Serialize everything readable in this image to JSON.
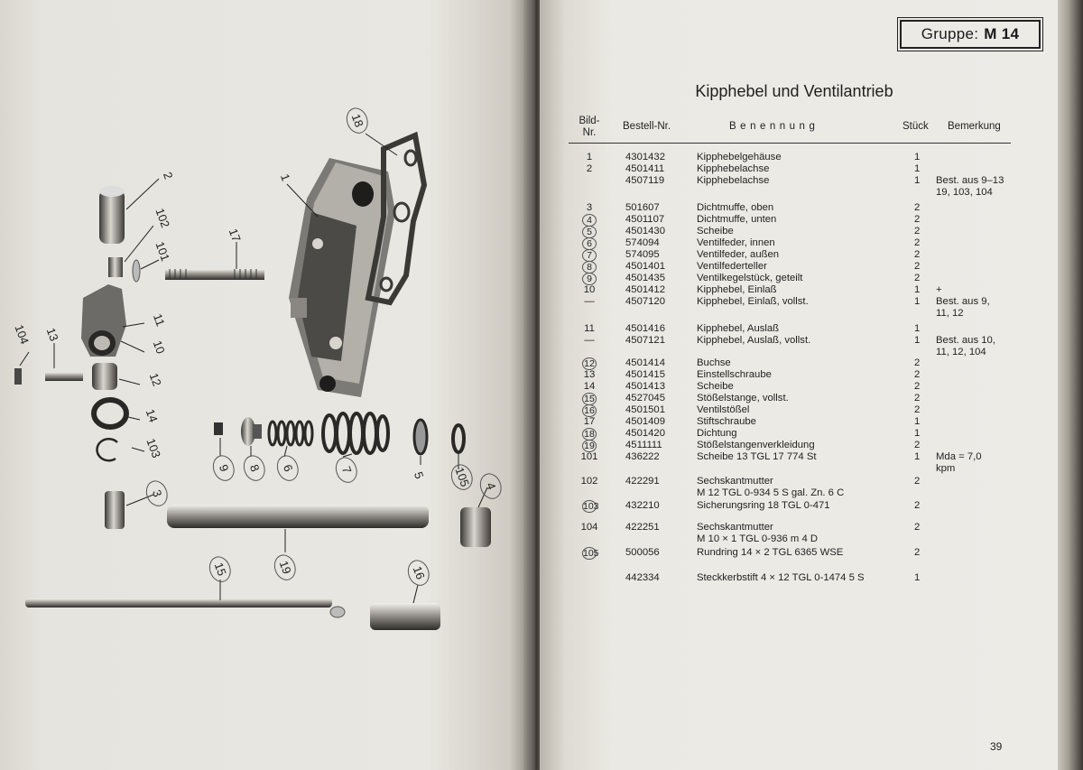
{
  "left_page": {
    "callouts": [
      "18",
      "1",
      "2",
      "102",
      "101",
      "17",
      "104",
      "13",
      "11",
      "10",
      "12",
      "14",
      "103",
      "9",
      "8",
      "6",
      "7",
      "5",
      "105",
      "4",
      "3",
      "19",
      "15",
      "16"
    ]
  },
  "right_page": {
    "group_label": "Gruppe:",
    "group_value": "M 14",
    "title": "Kipphebel und Ventilantrieb",
    "columns": {
      "bild": "Bild-",
      "bild2": "Nr.",
      "bestell": "Bestell-Nr.",
      "benennung": "Benennung",
      "stueck": "Stück",
      "bemerkung": "Bemerkung"
    },
    "rows": [
      {
        "bild": "1",
        "circled": false,
        "bestell": "4301432",
        "benennung": "Kipphebelgehäuse",
        "stueck": "1",
        "bemerkung": ""
      },
      {
        "bild": "2",
        "circled": false,
        "bestell": "4501411",
        "benennung": "Kipphebelachse",
        "stueck": "1",
        "bemerkung": ""
      },
      {
        "bild": "",
        "circled": false,
        "bestell": "4507119",
        "benennung": "Kipphebelachse",
        "stueck": "1",
        "bemerkung": "Best. aus 9–13"
      },
      {
        "bild": "",
        "circled": false,
        "bestell": "",
        "benennung": "",
        "stueck": "",
        "bemerkung": "19, 103, 104"
      },
      {
        "bild": "3",
        "circled": false,
        "bestell": "501607",
        "benennung": "Dichtmuffe, oben",
        "stueck": "2",
        "bemerkung": ""
      },
      {
        "bild": "4",
        "circled": true,
        "bestell": "4501107",
        "benennung": "Dichtmuffe, unten",
        "stueck": "2",
        "bemerkung": ""
      },
      {
        "bild": "5",
        "circled": true,
        "bestell": "4501430",
        "benennung": "Scheibe",
        "stueck": "2",
        "bemerkung": ""
      },
      {
        "bild": "6",
        "circled": true,
        "bestell": "574094",
        "benennung": "Ventilfeder, innen",
        "stueck": "2",
        "bemerkung": ""
      },
      {
        "bild": "7",
        "circled": true,
        "bestell": "574095",
        "benennung": "Ventilfeder, außen",
        "stueck": "2",
        "bemerkung": ""
      },
      {
        "bild": "8",
        "circled": true,
        "bestell": "4501401",
        "benennung": "Ventilfederteller",
        "stueck": "2",
        "bemerkung": ""
      },
      {
        "bild": "9",
        "circled": true,
        "bestell": "4501435",
        "benennung": "Ventilkegelstück, geteilt",
        "stueck": "2",
        "bemerkung": ""
      },
      {
        "bild": "10",
        "circled": false,
        "bestell": "4501412",
        "benennung": "Kipphebel, Einlaß",
        "stueck": "1",
        "bemerkung": "+"
      },
      {
        "bild": "—",
        "circled": false,
        "bestell": "4507120",
        "benennung": "Kipphebel, Einlaß, vollst.",
        "stueck": "1",
        "bemerkung": "Best. aus 9,"
      },
      {
        "bild": "",
        "circled": false,
        "bestell": "",
        "benennung": "",
        "stueck": "",
        "bemerkung": "11, 12"
      },
      {
        "bild": "11",
        "circled": false,
        "bestell": "4501416",
        "benennung": "Kipphebel, Auslaß",
        "stueck": "1",
        "bemerkung": ""
      },
      {
        "bild": "—",
        "circled": false,
        "bestell": "4507121",
        "benennung": "Kipphebel, Auslaß, vollst.",
        "stueck": "1",
        "bemerkung": "Best. aus 10,"
      },
      {
        "bild": "",
        "circled": false,
        "bestell": "",
        "benennung": "",
        "stueck": "",
        "bemerkung": "11, 12, 104"
      },
      {
        "bild": "12",
        "circled": true,
        "bestell": "4501414",
        "benennung": "Buchse",
        "stueck": "2",
        "bemerkung": ""
      },
      {
        "bild": "13",
        "circled": false,
        "bestell": "4501415",
        "benennung": "Einstellschraube",
        "stueck": "2",
        "bemerkung": ""
      },
      {
        "bild": "14",
        "circled": false,
        "bestell": "4501413",
        "benennung": "Scheibe",
        "stueck": "2",
        "bemerkung": ""
      },
      {
        "bild": "15",
        "circled": true,
        "bestell": "4527045",
        "benennung": "Stößelstange, vollst.",
        "stueck": "2",
        "bemerkung": ""
      },
      {
        "bild": "16",
        "circled": true,
        "bestell": "4501501",
        "benennung": "Ventilstößel",
        "stueck": "2",
        "bemerkung": ""
      },
      {
        "bild": "17",
        "circled": false,
        "bestell": "4501409",
        "benennung": "Stiftschraube",
        "stueck": "1",
        "bemerkung": ""
      },
      {
        "bild": "18",
        "circled": true,
        "bestell": "4501420",
        "benennung": "Dichtung",
        "stueck": "1",
        "bemerkung": ""
      },
      {
        "bild": "19",
        "circled": true,
        "bestell": "4511111",
        "benennung": "Stößelstangenverkleidung",
        "stueck": "2",
        "bemerkung": ""
      },
      {
        "bild": "101",
        "circled": false,
        "bestell": "436222",
        "benennung": "Scheibe 13 TGL 17 774 St",
        "stueck": "1",
        "bemerkung": "Mda = 7,0"
      },
      {
        "bild": "",
        "circled": false,
        "bestell": "",
        "benennung": "",
        "stueck": "",
        "bemerkung": "kpm"
      },
      {
        "bild": "102",
        "circled": false,
        "bestell": "422291",
        "benennung": "Sechskantmutter",
        "stueck": "2",
        "bemerkung": ""
      },
      {
        "bild": "",
        "circled": false,
        "bestell": "",
        "benennung": "M 12 TGL 0-934 5 S gal. Zn. 6 C",
        "stueck": "",
        "bemerkung": ""
      },
      {
        "bild": "103",
        "circled": true,
        "bestell": "432210",
        "benennung": "Sicherungsring 18 TGL 0-471",
        "stueck": "2",
        "bemerkung": ""
      },
      {
        "bild": "104",
        "circled": false,
        "bestell": "422251",
        "benennung": "Sechskantmutter",
        "stueck": "2",
        "bemerkung": ""
      },
      {
        "bild": "",
        "circled": false,
        "bestell": "",
        "benennung": "M 10 × 1 TGL 0-936 m 4 D",
        "stueck": "",
        "bemerkung": ""
      },
      {
        "bild": "105",
        "circled": true,
        "bestell": "500056",
        "benennung": "Rundring 14 × 2 TGL 6365 WSE",
        "stueck": "2",
        "bemerkung": ""
      },
      {
        "bild": "",
        "circled": false,
        "bestell": "442334",
        "benennung": "Steckkerbstift 4 × 12 TGL 0-1474 5 S",
        "stueck": "1",
        "bemerkung": ""
      }
    ],
    "page_number": "39"
  }
}
